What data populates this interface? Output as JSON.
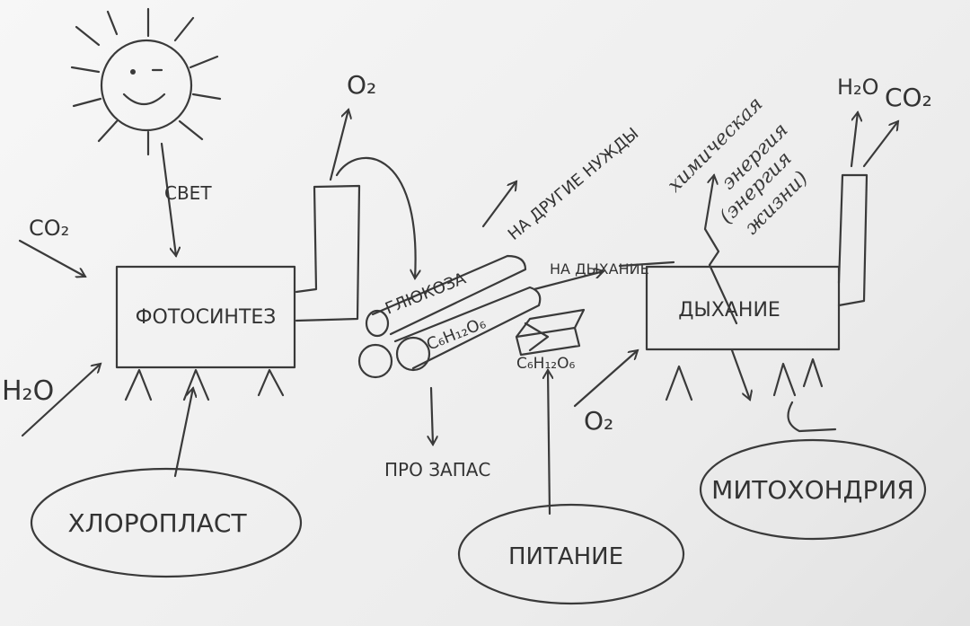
{
  "diagram": {
    "sun_label": "СВЕТ",
    "co2_left": "CO₂",
    "h2o_left": "H₂O",
    "o2_top": "O₂",
    "photosynthesis": "ФОТОСИНТЕЗ",
    "chloroplast": "ХЛОРОПЛАСТ",
    "glucose": "ГЛЮКОЗА",
    "glucose_formula": "C₆H₁₂O₆",
    "other_needs": "НА ДРУГИЕ НУЖДЫ",
    "to_respiration": "НА ДЫХАНИЕ",
    "reserve": "ПРО ЗАПАС",
    "food_formula": "C₆H₁₂O₆",
    "o2_bottom": "O₂",
    "nutrition": "ПИТАНИЕ",
    "respiration": "ДЫХАНИЕ",
    "mitochondria": "МИТОХОНДРИЯ",
    "chemical": "химическая",
    "energy": "энергия",
    "life_energy_1": "(энергия",
    "life_energy_2": "жизни)",
    "h2o_right": "H₂O",
    "co2_right": "CO₂"
  }
}
